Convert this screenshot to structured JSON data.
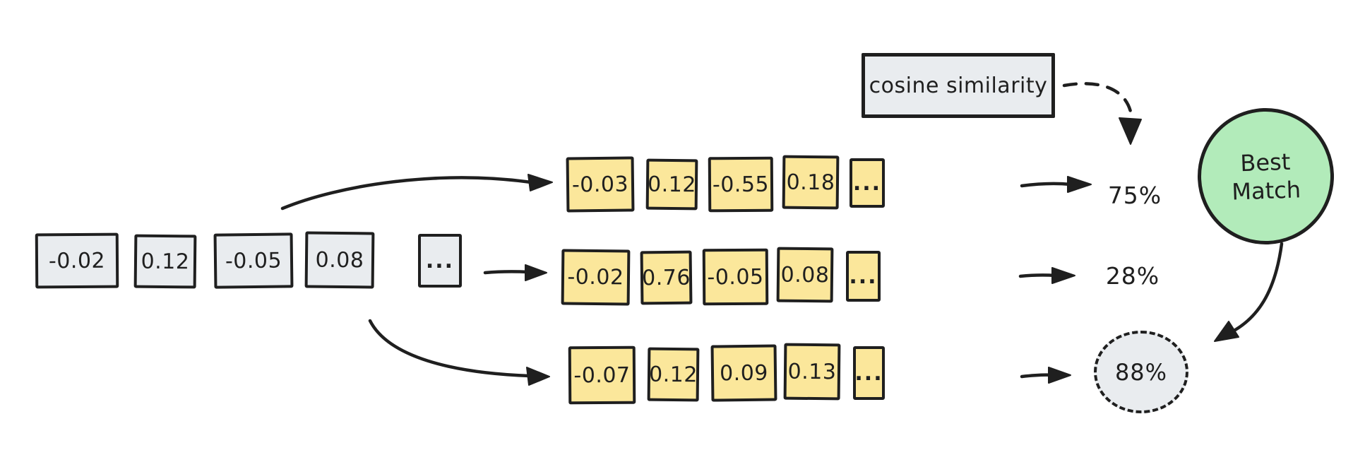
{
  "label_box": {
    "text": "cosine similarity"
  },
  "query_vector": {
    "values": [
      "-0.02",
      "0.12",
      "-0.05",
      "0.08",
      "..."
    ]
  },
  "candidates": [
    {
      "values": [
        "-0.03",
        "0.12",
        "-0.55",
        "0.18",
        "..."
      ],
      "similarity": "75%"
    },
    {
      "values": [
        "-0.02",
        "0.76",
        "-0.05",
        "0.08",
        "..."
      ],
      "similarity": "28%"
    },
    {
      "values": [
        "-0.07",
        "0.12",
        "0.09",
        "0.13",
        "..."
      ],
      "similarity": "88%"
    }
  ],
  "best_match": {
    "line1": "Best",
    "line2": "Match"
  },
  "colors": {
    "stroke": "#1f1f1f",
    "query_fill": "#e9ecef",
    "candidate_fill": "#fbe79b",
    "best_match_fill": "#b2ebba",
    "label_fill": "#e9ecef",
    "background": "#ffffff"
  }
}
